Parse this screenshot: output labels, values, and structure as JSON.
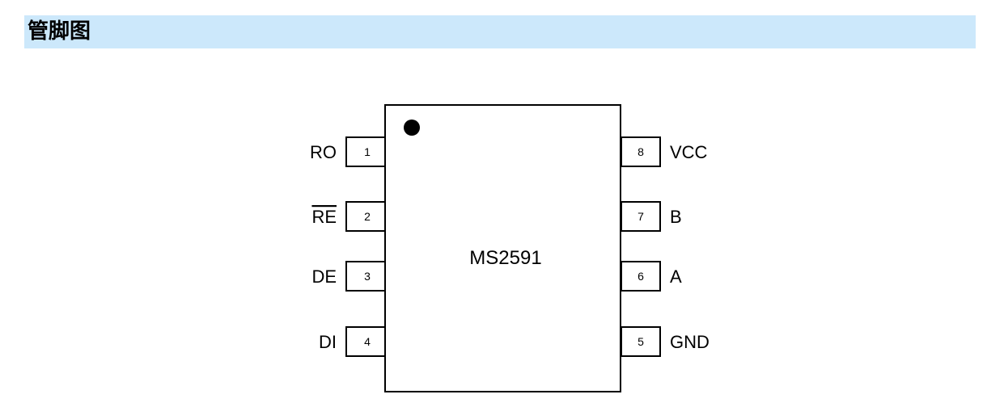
{
  "section": {
    "title": "管脚图"
  },
  "chip": {
    "name": "MS2591",
    "left_pins": [
      {
        "number": "1",
        "label": "RO",
        "overline": false
      },
      {
        "number": "2",
        "label": "RE",
        "overline": true
      },
      {
        "number": "3",
        "label": "DE",
        "overline": false
      },
      {
        "number": "4",
        "label": "DI",
        "overline": false
      }
    ],
    "right_pins": [
      {
        "number": "8",
        "label": "VCC",
        "overline": false
      },
      {
        "number": "7",
        "label": "B",
        "overline": false
      },
      {
        "number": "6",
        "label": "A",
        "overline": false
      },
      {
        "number": "5",
        "label": "GND",
        "overline": false
      }
    ]
  }
}
